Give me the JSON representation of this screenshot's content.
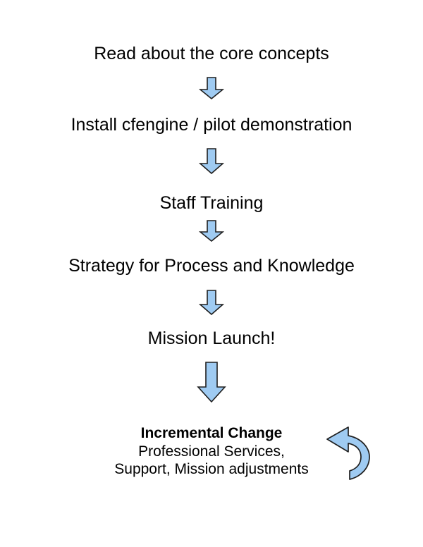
{
  "diagram": {
    "title": "cfengine adoption flowchart",
    "background_color": "#ffffff",
    "text_color": "#000000",
    "arrow_fill": "#9FCBF2",
    "arrow_stroke": "#1F1F1F",
    "steps": [
      {
        "label": "Read about the core concepts"
      },
      {
        "label": "Install cfengine / pilot demonstration"
      },
      {
        "label": "Staff Training"
      },
      {
        "label": "Strategy for Process and Knowledge"
      },
      {
        "label": "Mission Launch!"
      }
    ],
    "connectors": [
      {
        "name": "arrow-down-1",
        "direction": "down"
      },
      {
        "name": "arrow-down-2",
        "direction": "down"
      },
      {
        "name": "arrow-down-3",
        "direction": "down"
      },
      {
        "name": "arrow-down-4",
        "direction": "down"
      },
      {
        "name": "arrow-down-5",
        "direction": "down"
      }
    ],
    "final_step": {
      "title": "Incremental Change",
      "line2": "Professional Services,",
      "line3": "Support, Mission adjustments",
      "loop_icon": "circular-arrow-icon"
    }
  }
}
